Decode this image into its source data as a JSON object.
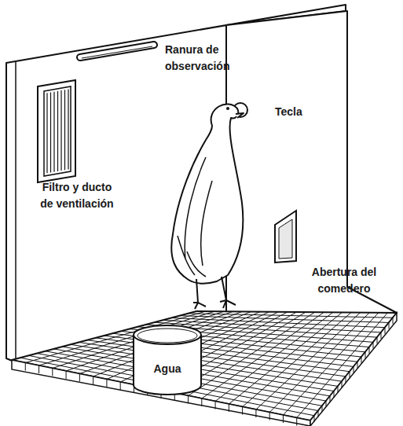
{
  "diagram": {
    "nodes": [
      {
        "text": [
          "Agua"
        ]
      }
    ],
    "labels": [
      "Ranura de observación",
      "Tecla",
      "Filtro y ducto de ventilación",
      "Abertura del comedero"
    ]
  }
}
